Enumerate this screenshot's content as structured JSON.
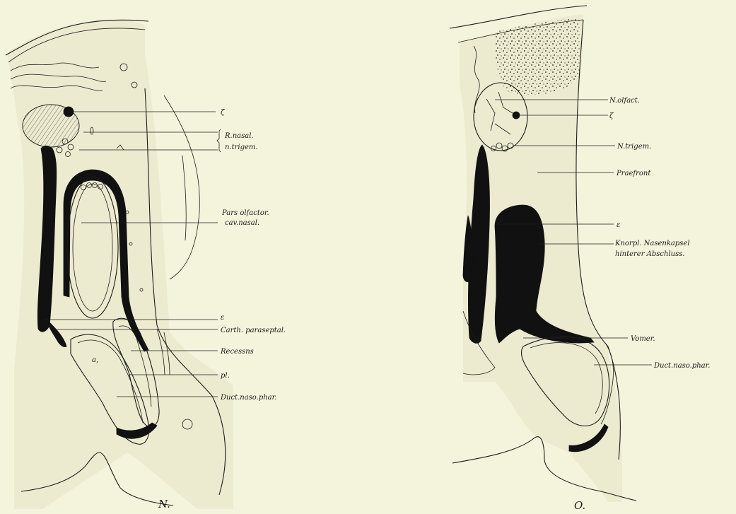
{
  "figures": [
    {
      "id": "N",
      "caption": "N.",
      "labels": [
        {
          "key": "zeta",
          "text": "ζ"
        },
        {
          "key": "r_nasal",
          "text": "R.nasal."
        },
        {
          "key": "n_trigem",
          "text": "n.trigem."
        },
        {
          "key": "pars_olfactor",
          "text": "Pars olfactor."
        },
        {
          "key": "cav_nasal",
          "text": "cav.nasal."
        },
        {
          "key": "epsilon",
          "text": "ε"
        },
        {
          "key": "carth_paraseptal",
          "text": "Carth. paraseptal."
        },
        {
          "key": "recessus",
          "text": "Recessns"
        },
        {
          "key": "pl",
          "text": "pl."
        },
        {
          "key": "duct_naso_phar",
          "text": "Duct.naso.phar."
        },
        {
          "key": "a1",
          "text": "a,"
        }
      ]
    },
    {
      "id": "O",
      "caption": "O.",
      "labels": [
        {
          "key": "n_olfact",
          "text": "N.olfact."
        },
        {
          "key": "zeta",
          "text": "ζ"
        },
        {
          "key": "n_trigem",
          "text": "N.trigem."
        },
        {
          "key": "praefront",
          "text": "Praefront"
        },
        {
          "key": "epsilon",
          "text": "ε"
        },
        {
          "key": "knorpl_nasenkapsel",
          "text": "Knorpl. Nasenkapsel"
        },
        {
          "key": "hinterer_abschluss",
          "text": "hinterer Abschluss."
        },
        {
          "key": "vomer",
          "text": "Vomer."
        },
        {
          "key": "duct_naso_phar",
          "text": "Duct.naso.phar."
        }
      ]
    }
  ]
}
